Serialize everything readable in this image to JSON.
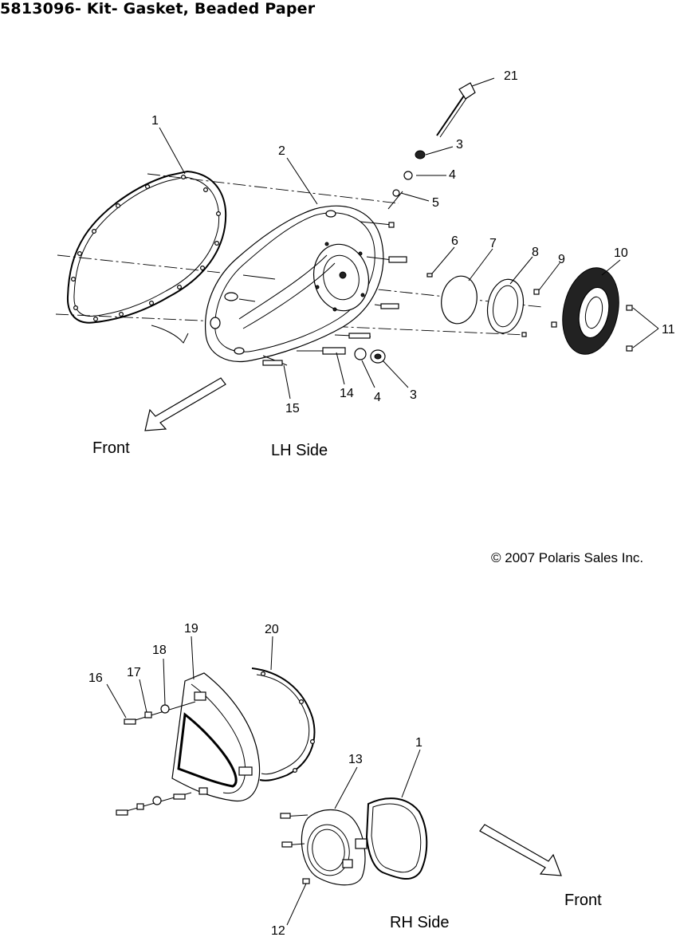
{
  "title": "5813096- Kit- Gasket, Beaded Paper",
  "copyright": "© 2007 Polaris Sales Inc.",
  "top_view": {
    "caption": "LH Side",
    "direction_label": "Front",
    "callouts": [
      "21",
      "1",
      "2",
      "3",
      "4",
      "5",
      "6",
      "7",
      "8",
      "9",
      "10",
      "11",
      "14",
      "4",
      "3",
      "15"
    ]
  },
  "bottom_view": {
    "caption": "RH Side",
    "direction_label": "Front",
    "callouts": [
      "19",
      "20",
      "18",
      "17",
      "16",
      "13",
      "1",
      "12"
    ]
  }
}
